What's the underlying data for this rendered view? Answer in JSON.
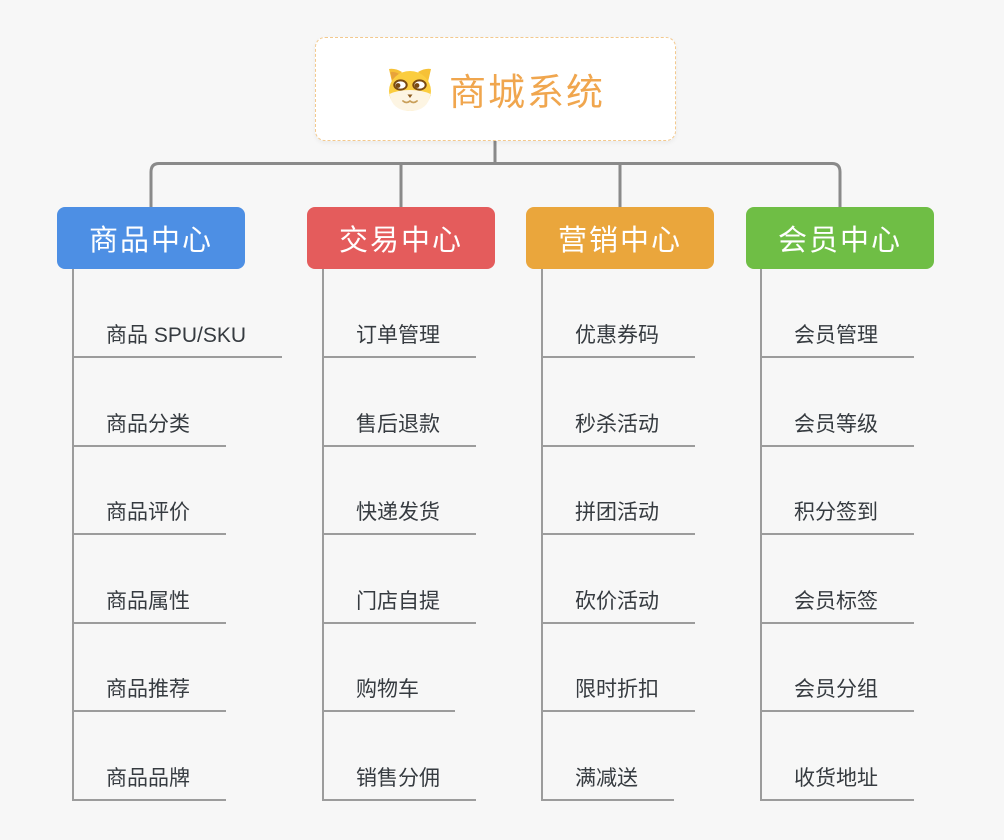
{
  "page": {
    "background_color": "#f7f7f7",
    "connector_color": "#8a8a8a",
    "leaf_line_color": "#9c9c9c"
  },
  "root": {
    "title": "商城系统",
    "icon": "dog-face-icon",
    "text_color": "#f0a64e",
    "border_color": "#f3c98e"
  },
  "branches": [
    {
      "label": "商品中心",
      "color": "#4d8fe4",
      "items": [
        "商品 SPU/SKU",
        "商品分类",
        "商品评价",
        "商品属性",
        "商品推荐",
        "商品品牌"
      ]
    },
    {
      "label": "交易中心",
      "color": "#e45c5c",
      "items": [
        "订单管理",
        "售后退款",
        "快递发货",
        "门店自提",
        "购物车",
        "销售分佣"
      ]
    },
    {
      "label": "营销中心",
      "color": "#eaa63c",
      "items": [
        "优惠券码",
        "秒杀活动",
        "拼团活动",
        "砍价活动",
        "限时折扣",
        "满减送"
      ]
    },
    {
      "label": "会员中心",
      "color": "#6fbe45",
      "items": [
        "会员管理",
        "会员等级",
        "积分签到",
        "会员标签",
        "会员分组",
        "收货地址"
      ]
    }
  ]
}
